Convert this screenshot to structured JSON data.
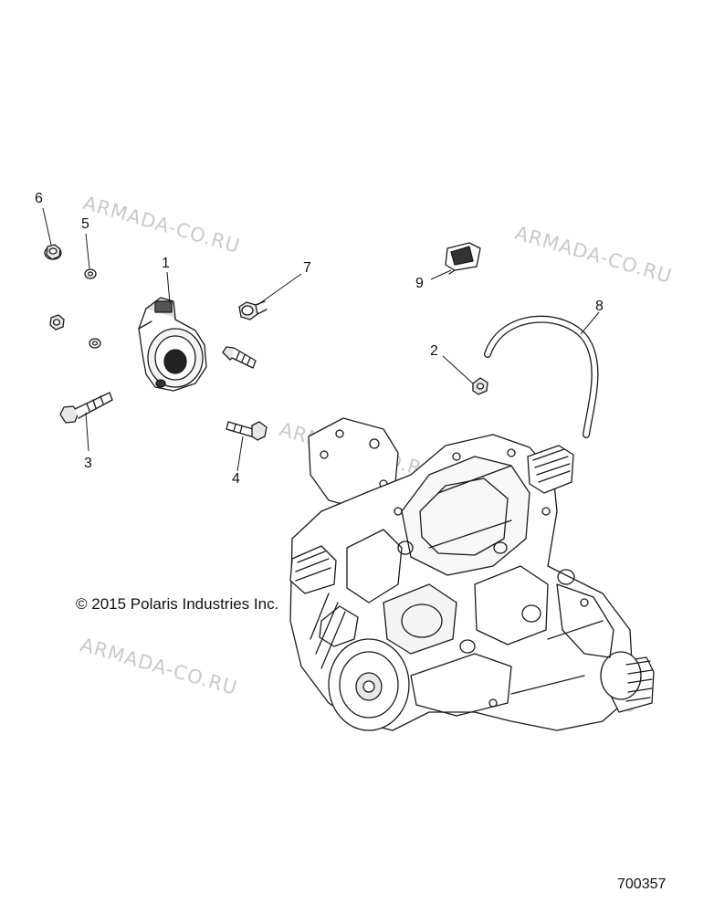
{
  "diagram": {
    "figure_number": "700357",
    "copyright": "© 2015 Polaris Industries Inc.",
    "watermark_text": "ARMADA-CO.RU",
    "callouts": [
      "1",
      "2",
      "3",
      "4",
      "5",
      "6",
      "7",
      "8",
      "9"
    ],
    "colors": {
      "line": "#1a1a1a",
      "watermark": "#c9c9c9",
      "background": "#ffffff"
    }
  }
}
